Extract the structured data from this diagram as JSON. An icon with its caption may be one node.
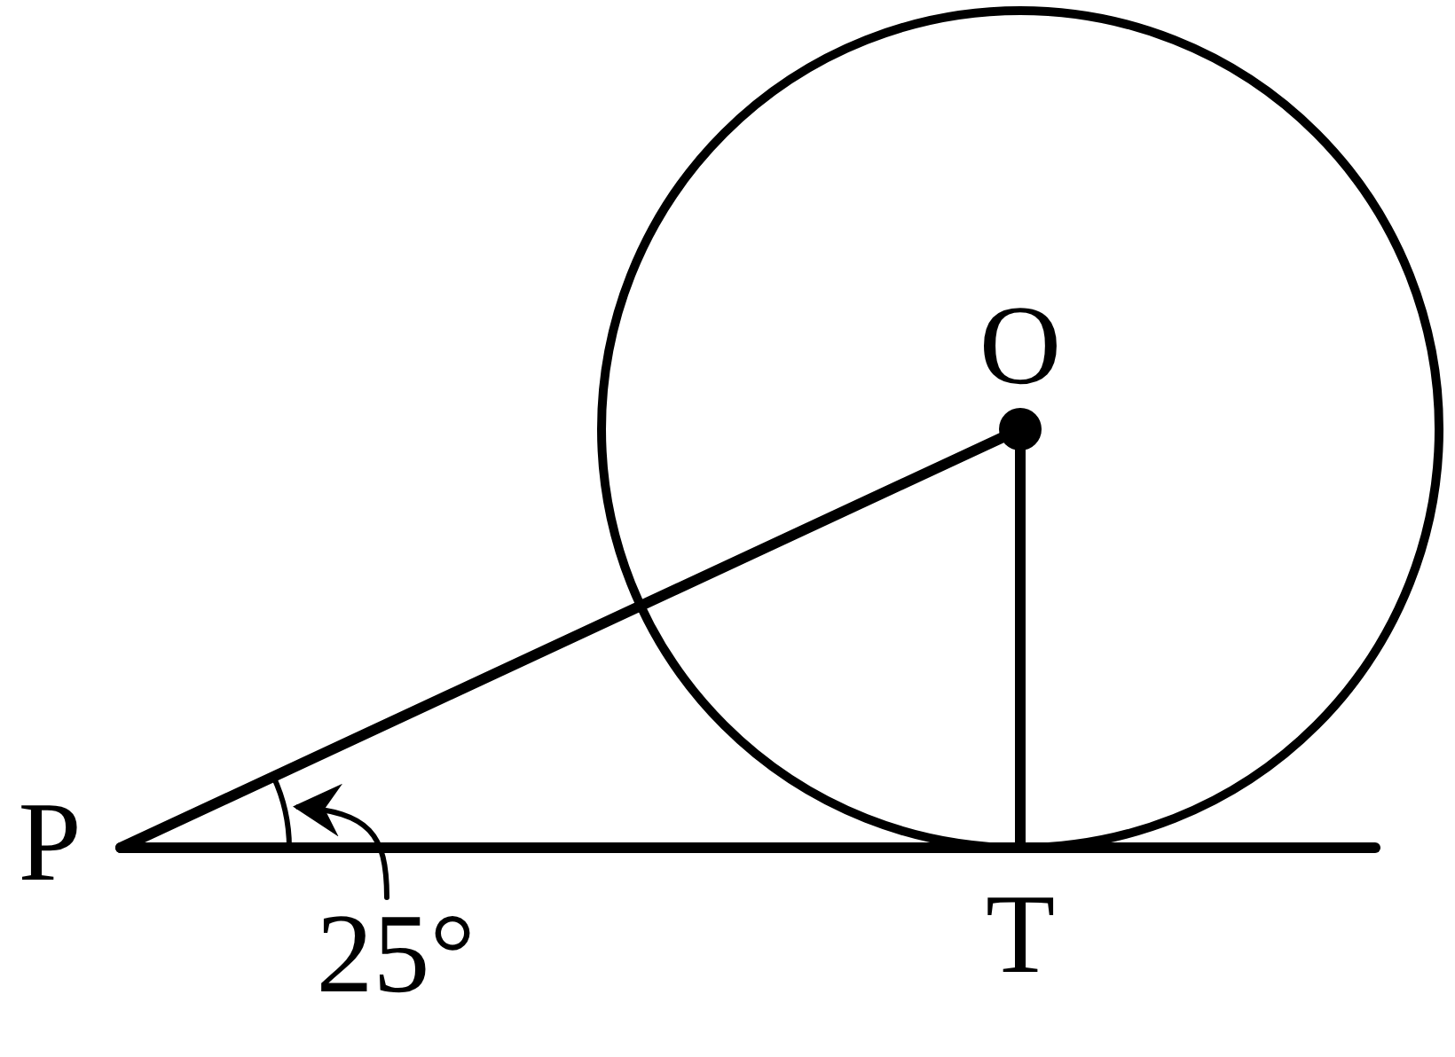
{
  "diagram": {
    "nodes": [
      {
        "text": [
          "P"
        ]
      },
      {
        "text": [
          "O"
        ]
      },
      {
        "text": [
          "T"
        ]
      },
      {
        "text": [
          "25°"
        ]
      }
    ],
    "edges": [
      {
        "from": 0,
        "to": 1,
        "arrow": "none"
      },
      {
        "from": 1,
        "to": 2,
        "arrow": "none"
      },
      {
        "from": 0,
        "to": 2,
        "arrow": "none"
      },
      {
        "from": 3,
        "to": null,
        "arrow": "to"
      }
    ]
  }
}
